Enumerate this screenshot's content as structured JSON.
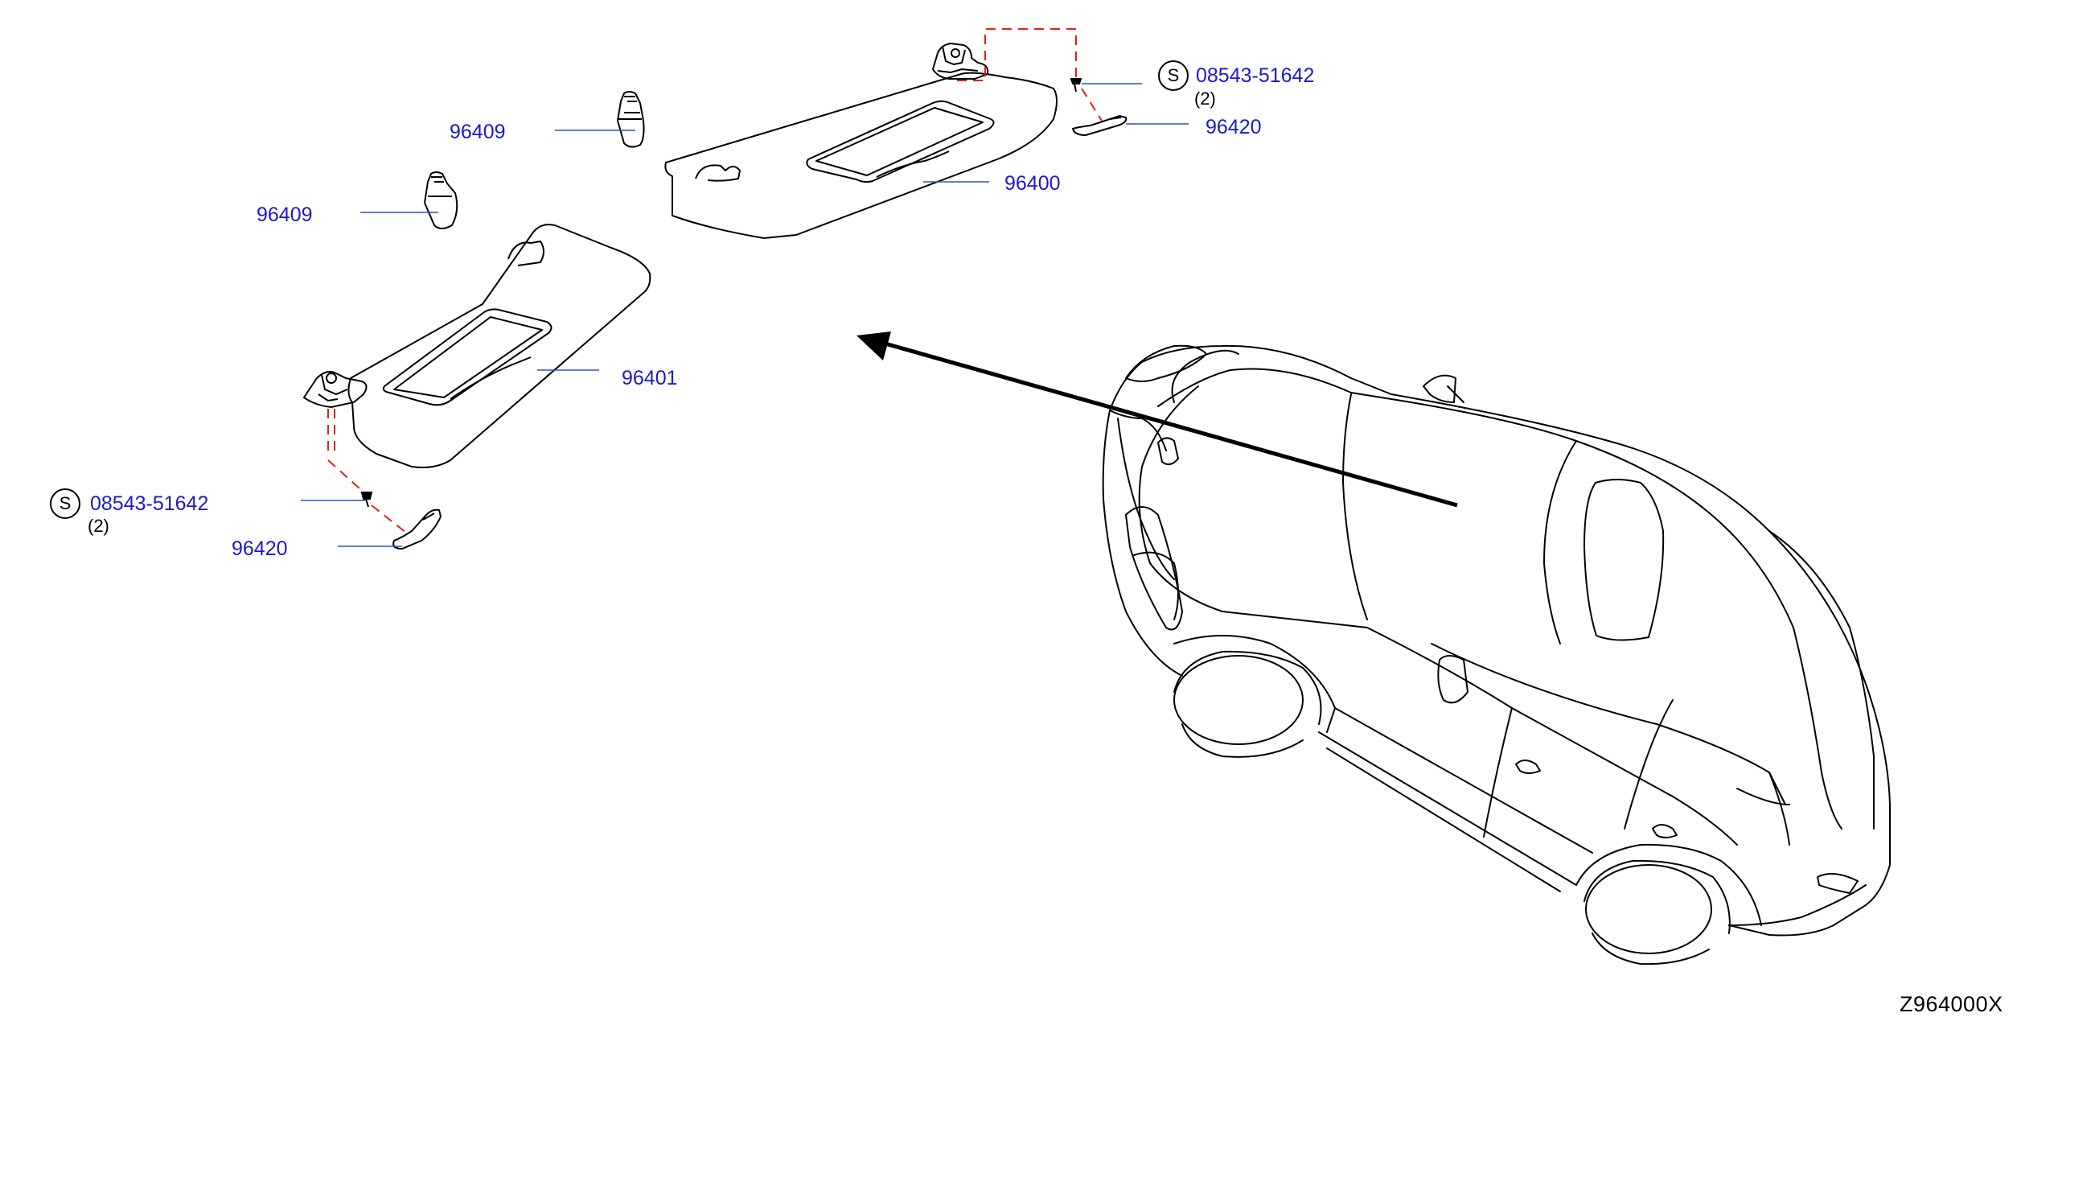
{
  "diagram_code": "Z964000X",
  "parts": {
    "visor_rh": "96400",
    "visor_lh": "96401",
    "holder_upper": "96409",
    "holder_lower": "96409",
    "hook_right": "96420",
    "hook_left": "96420",
    "screw_right": {
      "symbol": "S",
      "number": "08543-51642",
      "qty": "(2)"
    },
    "screw_left": {
      "symbol": "S",
      "number": "08543-51642",
      "qty": "(2)"
    }
  },
  "colors": {
    "line": "#000000",
    "leader": "#2a55b5",
    "label": "#1a1acc",
    "hidden_line": "#e0201a"
  }
}
